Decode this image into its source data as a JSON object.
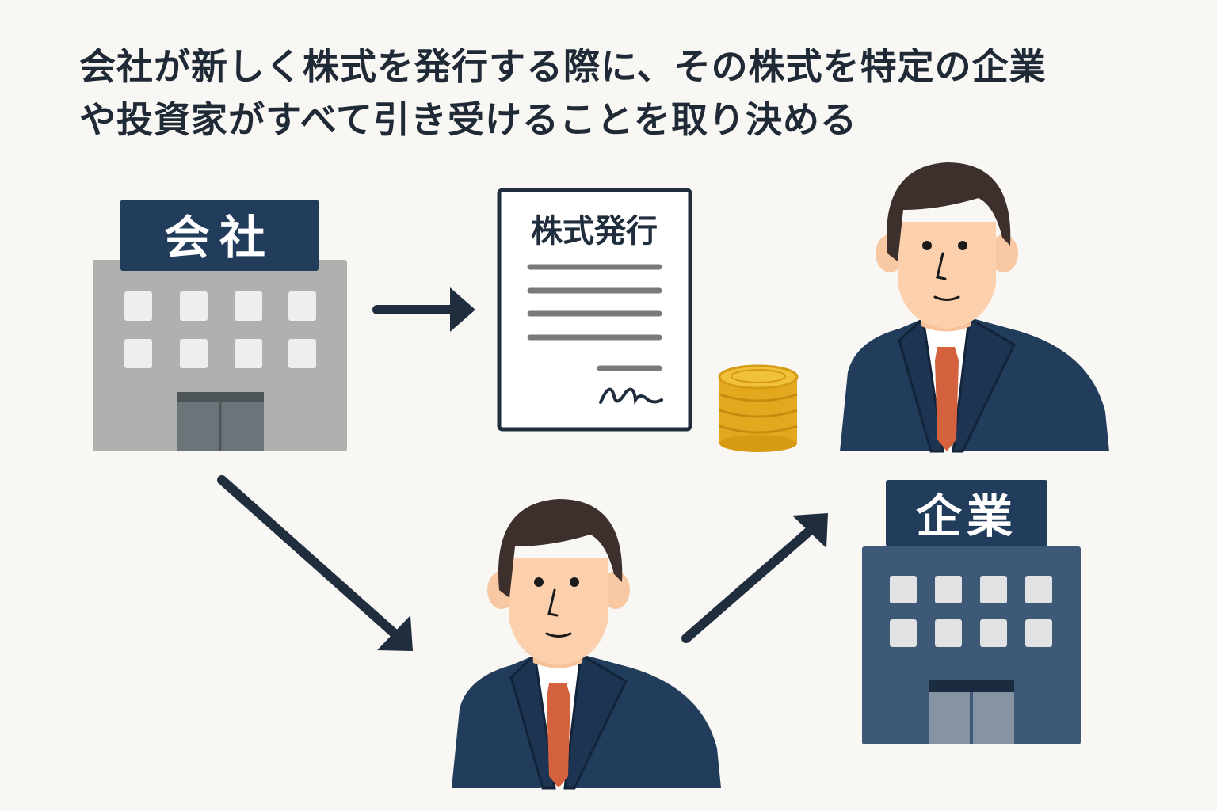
{
  "title": {
    "line1": "会社が新しく株式を発行する際に、その株式を特定の企業",
    "line2": "や投資家がすべて引き受けることを取り決める"
  },
  "company": {
    "label": "会社"
  },
  "document": {
    "label": "株式発行"
  },
  "enterprise": {
    "label": "企業"
  },
  "colors": {
    "navy": "#223d5c",
    "gray_building": "#b0b0ae",
    "blue_building": "#3e5878",
    "gold": "#e3a81d",
    "tie": "#d4623f",
    "background": "#f8f7f4"
  }
}
